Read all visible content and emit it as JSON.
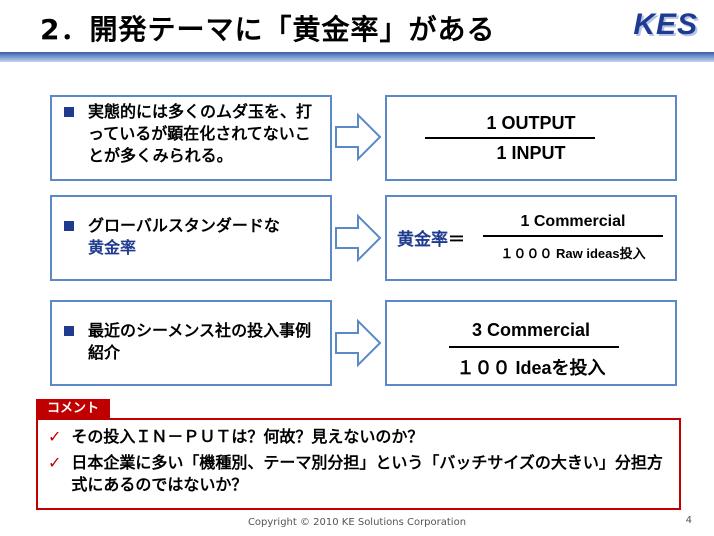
{
  "header": {
    "title": "2．開発テーマに「黄金率」がある",
    "logo": "KES"
  },
  "rows": [
    {
      "left": {
        "bullet": "実態的には多くのムダ玉を、打っているが顕在化されてないことが多くみられる。",
        "highlight": ""
      },
      "right": {
        "prefix": "",
        "numerator": "1 OUTPUT",
        "denominator": "1 INPUT"
      }
    },
    {
      "left": {
        "bullet": "グローバルスタンダードな",
        "highlight": "黄金率"
      },
      "right": {
        "prefix": "黄金率",
        "equals": "＝",
        "numerator": "1 Commercial",
        "denominator": "１０００ Raw ideas投入"
      }
    },
    {
      "left": {
        "before": "最近の",
        "highlight": "シーメンス社",
        "after": "の投入事例紹介"
      },
      "right": {
        "prefix": "",
        "numerator": "3 Commercial",
        "denominator": "１００ Ideaを投入"
      }
    }
  ],
  "comment": {
    "tag": "コメント",
    "items": [
      "その投入ＩＮ－ＰＵＴは？何故？見えないのか？",
      "日本企業に多い「機種別、テーマ別分担」という「バッチサイズの大きい」分担方式にあるのではないか？"
    ]
  },
  "footer": {
    "copyright": "Copyright © 2010 KE Solutions Corporation",
    "page": "4"
  },
  "colors": {
    "accent_blue": "#1f3b8f",
    "box_border": "#5b89c8",
    "comment_red": "#c00000"
  }
}
